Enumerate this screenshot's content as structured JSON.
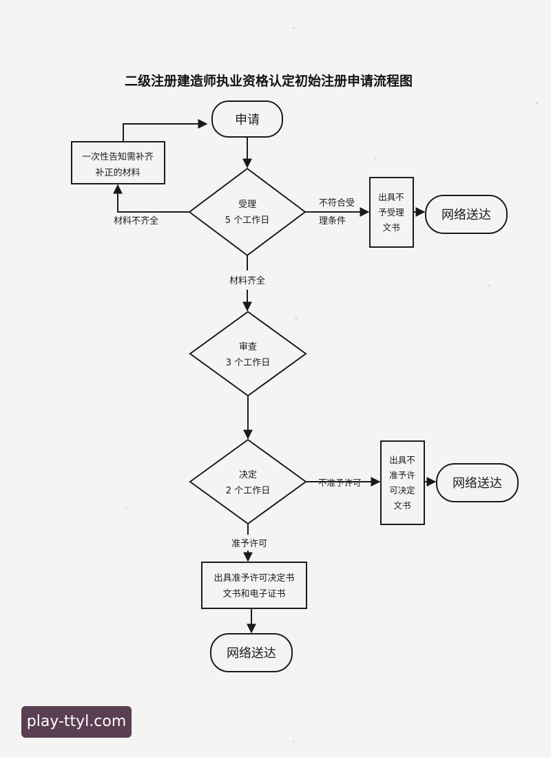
{
  "title": "二级注册建造师执业资格认定初始注册申请流程图",
  "nodes": {
    "apply": "申请",
    "notify": [
      "一次性告知需补齐",
      "补正的材料"
    ],
    "accept": [
      "受理",
      "5 个工作日"
    ],
    "reject_accept_doc": [
      "出具不",
      "予受理",
      "文书"
    ],
    "deliver_1": "网络送达",
    "review": [
      "审查",
      "3 个工作日"
    ],
    "decide": [
      "决定",
      "2 个工作日"
    ],
    "deny_doc": [
      "出具不",
      "准予许",
      "可决定",
      "文书"
    ],
    "deliver_2": "网络送达",
    "approve_doc": [
      "出具准予许可决定书",
      "文书和电子证书"
    ],
    "deliver_3": "网络送达"
  },
  "edge_labels": {
    "incomplete": "材料不齐全",
    "not_meet": [
      "不符合受",
      "理条件"
    ],
    "complete": "材料齐全",
    "not_approved": "不准予许可",
    "approved": "准予许可"
  },
  "watermark": "play-ttyl.com"
}
